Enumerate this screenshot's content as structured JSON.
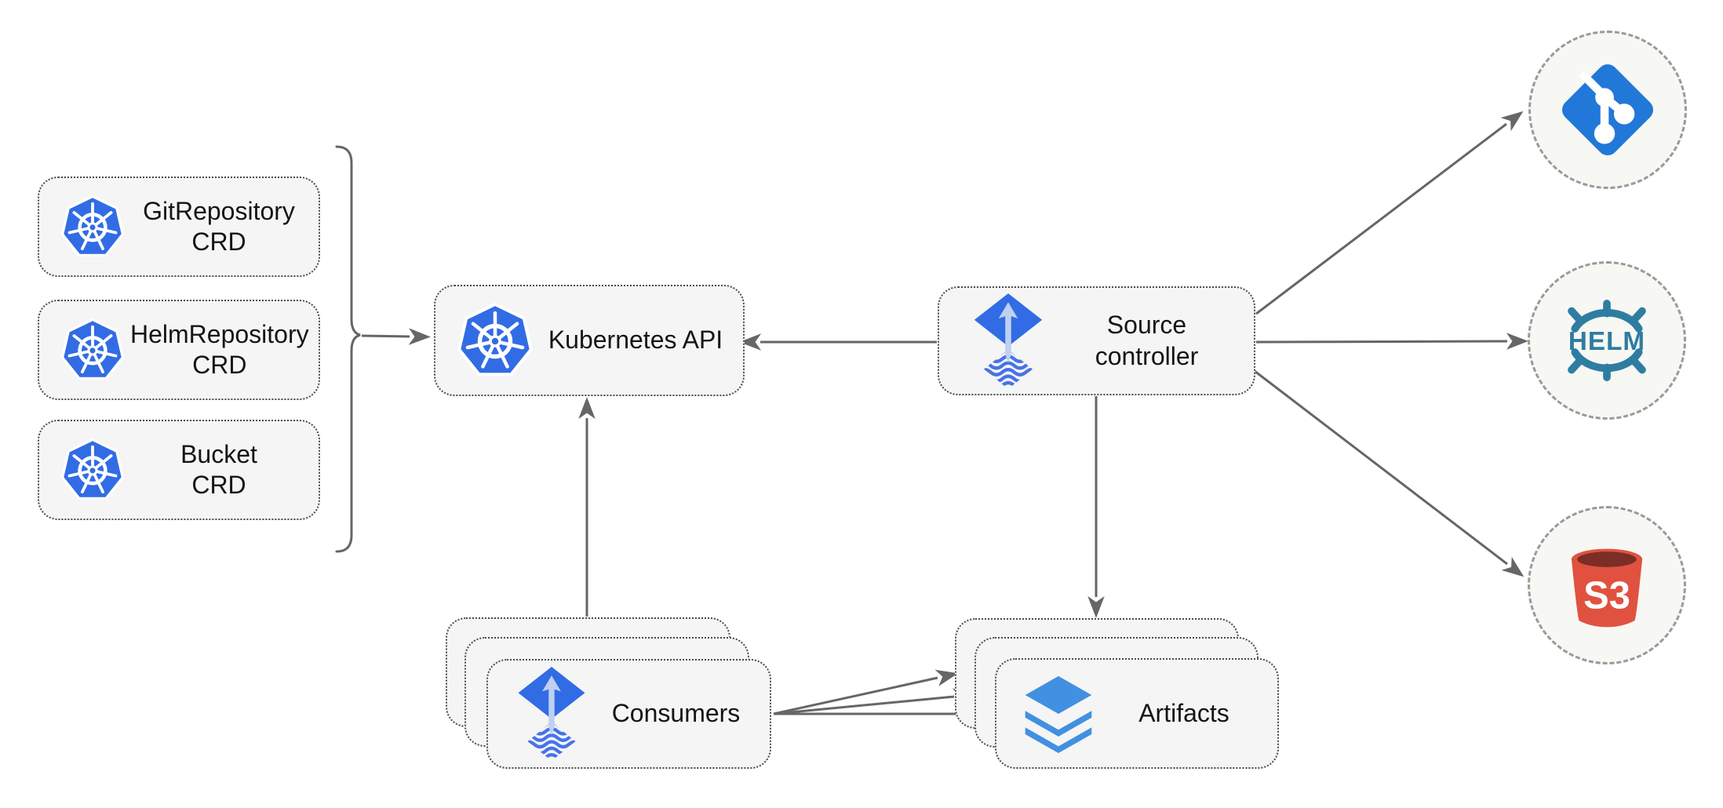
{
  "nodes": {
    "crd_boxes": [
      {
        "id": "git-repository-crd",
        "label": "GitRepository\nCRD"
      },
      {
        "id": "helm-repository-crd",
        "label": "HelmRepository\nCRD"
      },
      {
        "id": "bucket-crd",
        "label": "Bucket\nCRD"
      }
    ],
    "kubernetes_api": {
      "label": "Kubernetes API"
    },
    "source_controller": {
      "label": "Source\ncontroller"
    },
    "consumers": {
      "label": "Consumers",
      "stack_count": 3
    },
    "artifacts": {
      "label": "Artifacts",
      "stack_count": 3
    },
    "git": {
      "icon": "git-logo"
    },
    "helm": {
      "logo_text": "HELM"
    },
    "s3": {
      "logo_text": "S3"
    }
  },
  "edges": [
    {
      "from": "crd-boxes-bracket",
      "to": "kubernetes-api"
    },
    {
      "from": "source-controller",
      "to": "kubernetes-api"
    },
    {
      "from": "consumers",
      "to": "kubernetes-api"
    },
    {
      "from": "source-controller",
      "to": "artifacts"
    },
    {
      "from": "consumers",
      "to": "artifacts",
      "count": 3
    },
    {
      "from": "source-controller",
      "to": "git"
    },
    {
      "from": "source-controller",
      "to": "helm"
    },
    {
      "from": "source-controller",
      "to": "s3"
    }
  ],
  "colors": {
    "kubernetes_blue": "#326CE5",
    "flux_blue": "#316CE4",
    "flux_arrow_light": "#BFD0F2",
    "flux_wave_blue": "#4673E8",
    "layers_blue": "#4190E2",
    "git_blue": "#2178D8",
    "helm_teal": "#2E7DA1",
    "s3_red": "#E0523F",
    "s3_dark_red": "#7B2D26",
    "arrow_gray": "#666666",
    "box_fill": "#F5F5F5",
    "box_border": "#4a4a4a",
    "circle_fill": "#F7F7F4",
    "circle_border": "#9a9a9a"
  }
}
